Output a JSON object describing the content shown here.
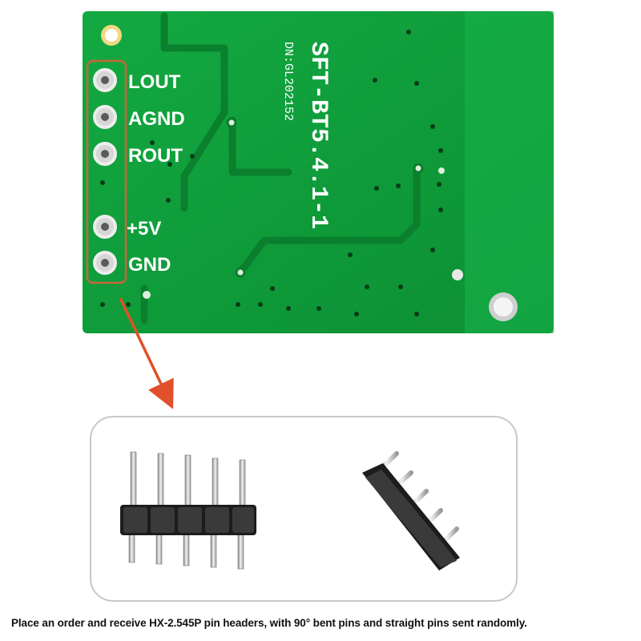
{
  "board": {
    "pin_labels": [
      "LOUT",
      "AGND",
      "ROUT",
      "+5V",
      "GND"
    ],
    "model_text": "SFT-BT5.4.1-1",
    "serial_text": "DN:GL202152"
  },
  "caption": "Place an order and receive HX-2.545P pin headers, with 90° bent pins and straight pins sent randomly.",
  "colors": {
    "pcb_green": "#0f9b3a",
    "highlight_box": "#c8663a",
    "arrow": "#e0502a",
    "panel_border": "#c8c8c8"
  }
}
